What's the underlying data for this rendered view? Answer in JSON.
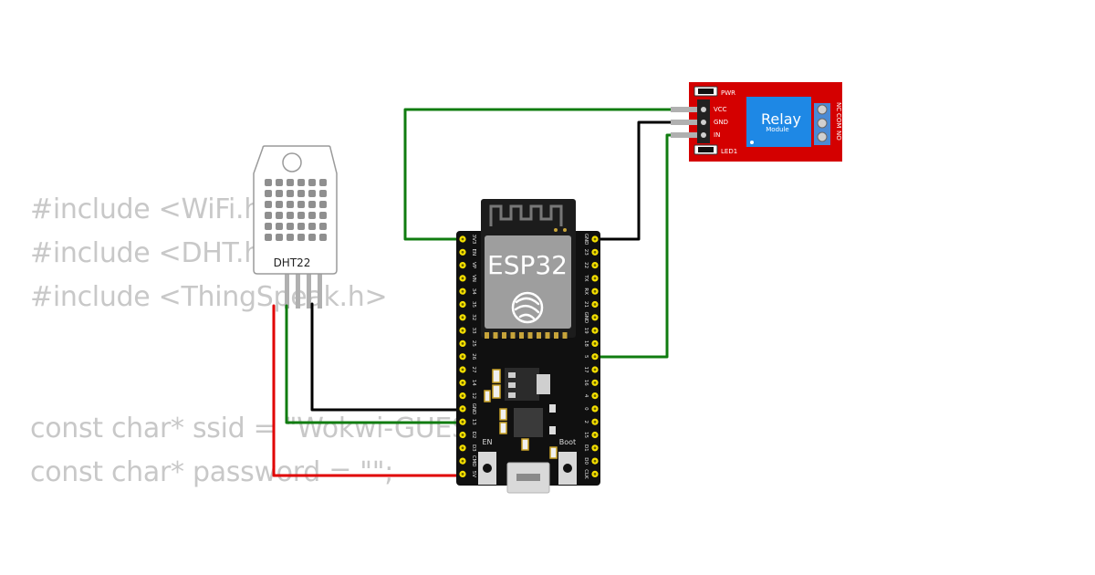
{
  "code": {
    "line1": "#include <WiFi.h>",
    "line2": "#include <DHT.h>",
    "line3": "#include <ThingSpeak.h>",
    "line4": "const char* ssid = \"Wokwi-GUEST\";",
    "line5": "const char* password = \"\";"
  },
  "sensor": {
    "label": "DHT22"
  },
  "esp32": {
    "label": "ESP32",
    "en_label": "EN",
    "boot_label": "Boot",
    "left_pins": [
      "3V3",
      "EN",
      "VP",
      "VN",
      "34",
      "35",
      "32",
      "33",
      "25",
      "26",
      "27",
      "14",
      "12",
      "GND",
      "13",
      "D2",
      "D3",
      "CMD",
      "5V"
    ],
    "right_pins": [
      "GND",
      "23",
      "22",
      "TX",
      "RX",
      "21",
      "GND",
      "19",
      "18",
      "5",
      "17",
      "16",
      "4",
      "0",
      "2",
      "15",
      "D1",
      "D0",
      "CLK"
    ]
  },
  "relay": {
    "title": "Relay",
    "subtitle": "Module",
    "pwr_label": "PWR",
    "led_label": "LED1",
    "pins": [
      "VCC",
      "GND",
      "IN"
    ],
    "terminals": [
      "NO",
      "COM",
      "NC"
    ]
  },
  "colors": {
    "wire_green": "#107c10",
    "wire_black": "#000000",
    "wire_red": "#e00000",
    "board": "#101010",
    "relay_red": "#d40000",
    "relay_blue": "#1e88e5",
    "pin_yellow": "#f5e000"
  }
}
